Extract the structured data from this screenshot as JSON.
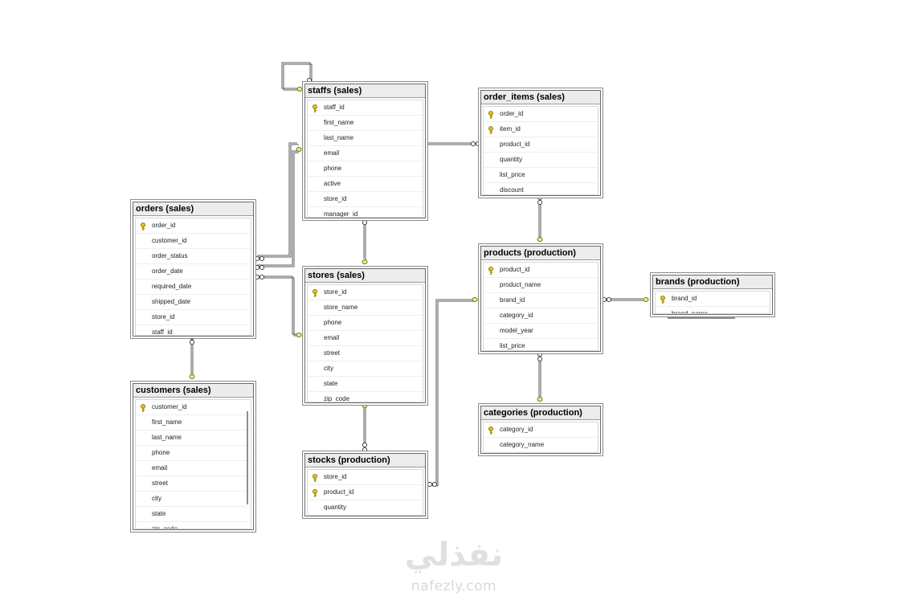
{
  "tables": {
    "staffs": {
      "title": "staffs (sales)",
      "columns": [
        {
          "name": "staff_id",
          "key": true
        },
        {
          "name": "first_name",
          "key": false
        },
        {
          "name": "last_name",
          "key": false
        },
        {
          "name": "email",
          "key": false
        },
        {
          "name": "phone",
          "key": false
        },
        {
          "name": "active",
          "key": false
        },
        {
          "name": "store_id",
          "key": false
        },
        {
          "name": "manager_id",
          "key": false
        }
      ]
    },
    "order_items": {
      "title": "order_items (sales)",
      "columns": [
        {
          "name": "order_id",
          "key": true
        },
        {
          "name": "item_id",
          "key": true
        },
        {
          "name": "product_id",
          "key": false
        },
        {
          "name": "quantity",
          "key": false
        },
        {
          "name": "list_price",
          "key": false
        },
        {
          "name": "discount",
          "key": false
        }
      ]
    },
    "orders": {
      "title": "orders (sales)",
      "columns": [
        {
          "name": "order_id",
          "key": true
        },
        {
          "name": "customer_id",
          "key": false
        },
        {
          "name": "order_status",
          "key": false
        },
        {
          "name": "order_date",
          "key": false
        },
        {
          "name": "required_date",
          "key": false
        },
        {
          "name": "shipped_date",
          "key": false
        },
        {
          "name": "store_id",
          "key": false
        },
        {
          "name": "staff_id",
          "key": false
        }
      ]
    },
    "stores": {
      "title": "stores (sales)",
      "columns": [
        {
          "name": "store_id",
          "key": true
        },
        {
          "name": "store_name",
          "key": false
        },
        {
          "name": "phone",
          "key": false
        },
        {
          "name": "email",
          "key": false
        },
        {
          "name": "street",
          "key": false
        },
        {
          "name": "city",
          "key": false
        },
        {
          "name": "state",
          "key": false
        },
        {
          "name": "zip_code",
          "key": false
        }
      ]
    },
    "products": {
      "title": "products (production)",
      "columns": [
        {
          "name": "product_id",
          "key": true
        },
        {
          "name": "product_name",
          "key": false
        },
        {
          "name": "brand_id",
          "key": false
        },
        {
          "name": "category_id",
          "key": false
        },
        {
          "name": "model_year",
          "key": false
        },
        {
          "name": "list_price",
          "key": false
        }
      ]
    },
    "brands": {
      "title": "brands (production)",
      "columns": [
        {
          "name": "brand_id",
          "key": true
        },
        {
          "name": "brand_name",
          "key": false
        }
      ]
    },
    "customers": {
      "title": "customers (sales)",
      "columns": [
        {
          "name": "customer_id",
          "key": true
        },
        {
          "name": "first_name",
          "key": false
        },
        {
          "name": "last_name",
          "key": false
        },
        {
          "name": "phone",
          "key": false
        },
        {
          "name": "email",
          "key": false
        },
        {
          "name": "street",
          "key": false
        },
        {
          "name": "city",
          "key": false
        },
        {
          "name": "state",
          "key": false
        },
        {
          "name": "zip_code",
          "key": false
        }
      ]
    },
    "categories": {
      "title": "categories (production)",
      "columns": [
        {
          "name": "category_id",
          "key": true
        },
        {
          "name": "category_name",
          "key": false
        }
      ]
    },
    "stocks": {
      "title": "stocks (production)",
      "columns": [
        {
          "name": "store_id",
          "key": true
        },
        {
          "name": "product_id",
          "key": true
        },
        {
          "name": "quantity",
          "key": false
        }
      ]
    }
  },
  "relationships": [
    {
      "from": "staffs",
      "to": "staffs",
      "name": "staffs-self-manager"
    },
    {
      "from": "orders",
      "to": "staffs",
      "name": "orders-staffs"
    },
    {
      "from": "order_items",
      "to": "staffs",
      "name": "staffs-order-items"
    },
    {
      "from": "staffs",
      "to": "stores",
      "name": "staffs-stores"
    },
    {
      "from": "orders",
      "to": "stores",
      "name": "orders-stores"
    },
    {
      "from": "orders",
      "to": "customers",
      "name": "orders-customers"
    },
    {
      "from": "stocks",
      "to": "stores",
      "name": "stocks-stores"
    },
    {
      "from": "stocks",
      "to": "products",
      "name": "stocks-products"
    },
    {
      "from": "order_items",
      "to": "products",
      "name": "order-items-products"
    },
    {
      "from": "products",
      "to": "brands",
      "name": "products-brands"
    },
    {
      "from": "products",
      "to": "categories",
      "name": "products-categories"
    }
  ],
  "watermark": {
    "arabic": "نفذلي",
    "latin": "nafezly.com"
  },
  "colors": {
    "key": "#e2c11f",
    "connector": "#5a5a5a",
    "pk_end": "#f0ee8a",
    "title_bg": "#ececec"
  }
}
